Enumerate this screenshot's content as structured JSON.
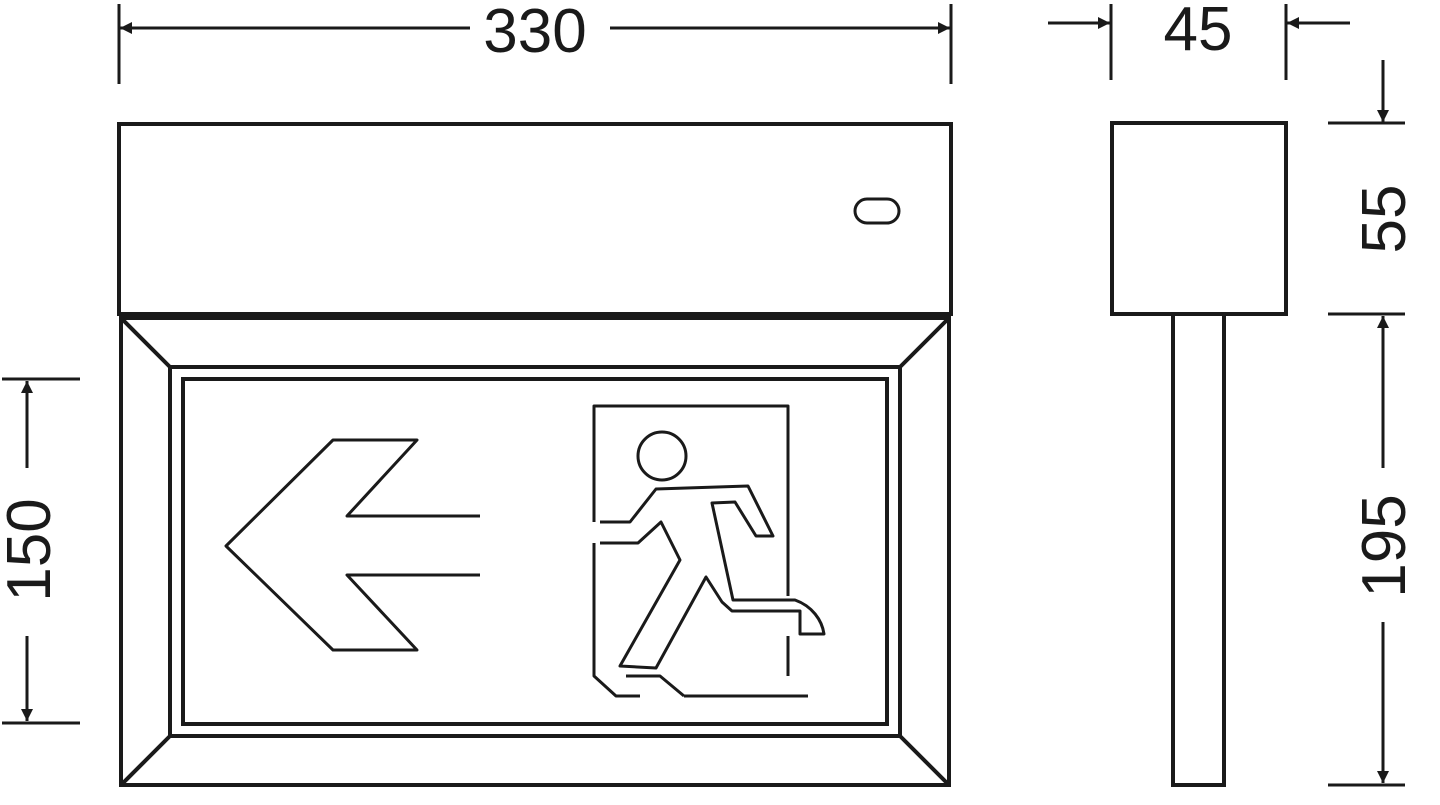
{
  "dimensions": {
    "width": "330",
    "depth": "45",
    "height_sign": "150",
    "height_top_box": "55",
    "height_bottom": "195"
  },
  "pictogram": {
    "arrow_direction": "left",
    "figure": "running-man-exit-icon"
  },
  "colors": {
    "line": "#1a1a1a",
    "background": "#ffffff"
  }
}
